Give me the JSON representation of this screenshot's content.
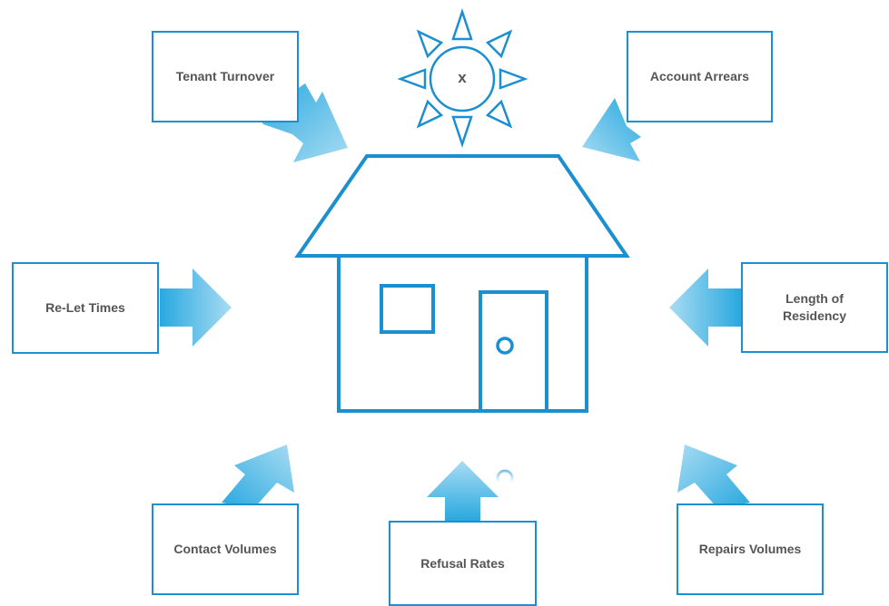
{
  "sun": {
    "label": "x"
  },
  "factors": {
    "tenant_turnover": "Tenant Turnover",
    "account_arrears": "Account Arrears",
    "relet_times": "Re-Let Times",
    "length_of_residency": "Length of Residency",
    "contact_volumes": "Contact Volumes",
    "refusal_rates": "Refusal Rates",
    "repairs_volumes": "Repairs Volumes"
  },
  "colors": {
    "outline": "#1b8fd0",
    "arrow_dark": "#29a8df",
    "arrow_light": "#a8dcf3",
    "text": "#555555"
  },
  "icons": [
    "sun-icon",
    "house-icon",
    "arrow-icon"
  ]
}
